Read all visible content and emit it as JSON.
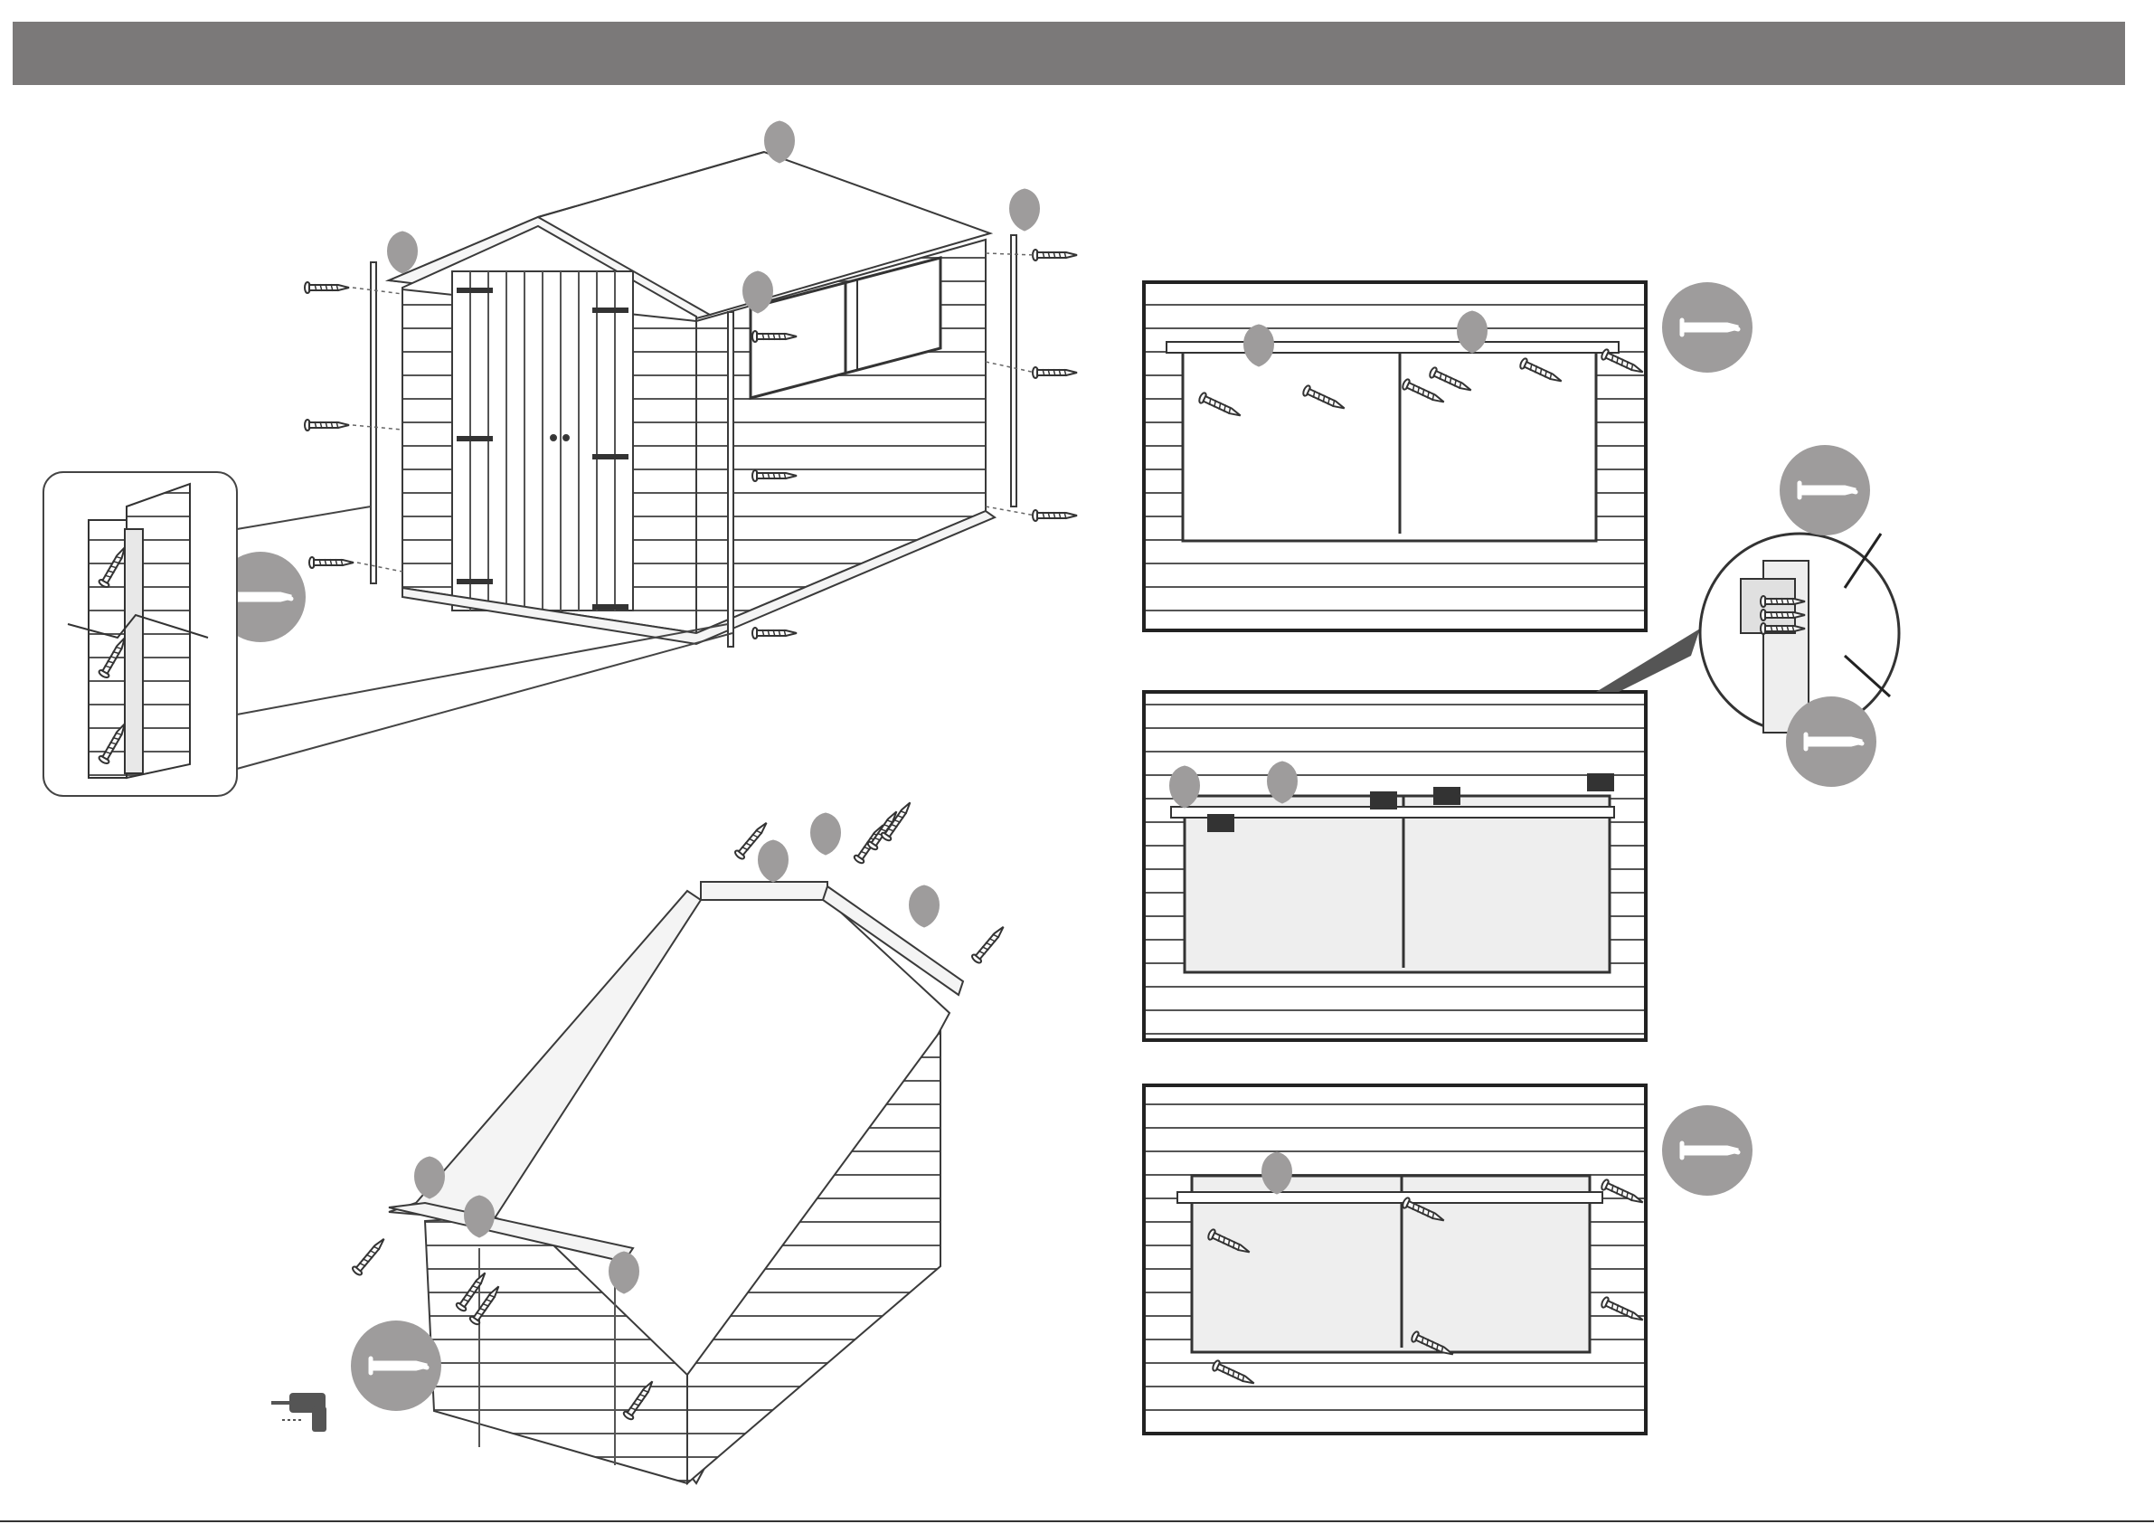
{
  "header": {
    "title": "",
    "bar_color": "#7b7979"
  },
  "colors": {
    "line": "#3a3a3a",
    "fill_light": "#f4f4f4",
    "glass": "#e6e6e6",
    "badge": "#9e9c9c",
    "frame": "#222222"
  },
  "icons": {
    "screw": "screw-icon",
    "callout": "callout-pin-icon",
    "drill": "power-drill-icon",
    "hinge": "hinge-plate-icon"
  },
  "steps": [
    {
      "name": "corner-trims",
      "screw_badges": 1,
      "callouts": 4
    },
    {
      "name": "roof-trims",
      "screw_badges": 1,
      "callouts": 6
    },
    {
      "name": "window-top-trim",
      "screw_badges": 1,
      "callouts": 2
    },
    {
      "name": "window-side-brackets",
      "screw_badges": 2,
      "callouts": 2
    },
    {
      "name": "window-bottom-trim",
      "screw_badges": 1,
      "callouts": 1
    }
  ]
}
